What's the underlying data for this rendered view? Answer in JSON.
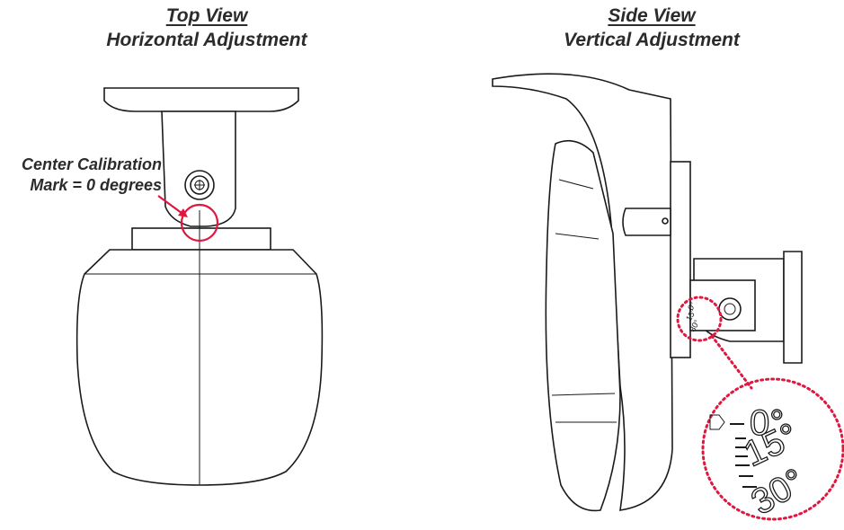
{
  "top_view": {
    "title": "Top View",
    "subtitle": "Horizontal Adjustment",
    "callout_line1": "Center Calibration",
    "callout_line2": "Mark = 0 degrees"
  },
  "side_view": {
    "title": "Side View",
    "subtitle": "Vertical Adjustment",
    "scale_small": [
      "0°",
      "15°",
      "30°"
    ],
    "scale_large": [
      "0°",
      "15°",
      "30°"
    ]
  },
  "colors": {
    "highlight": "#e0173f",
    "line": "#1a1a1a",
    "text": "#2b2b2b"
  }
}
